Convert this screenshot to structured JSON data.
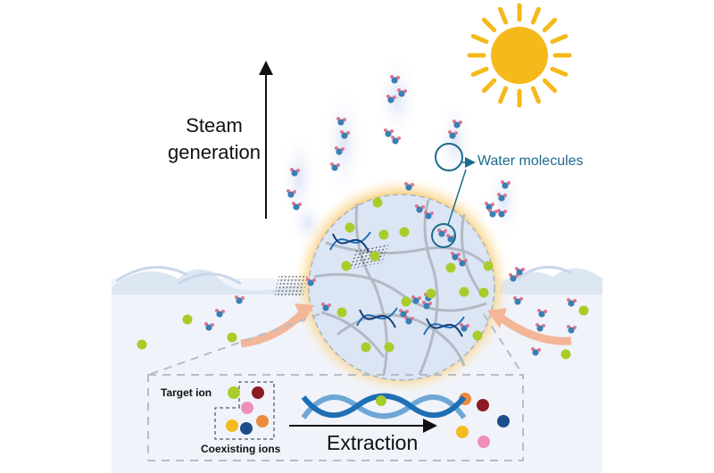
{
  "labels": {
    "steam_line1": "Steam",
    "steam_line2": "generation",
    "water_molecules": "Water molecules",
    "target_ion": "Target ion",
    "coexisting_ions": "Coexisting ions",
    "extraction": "Extraction"
  },
  "colors": {
    "target_ion": "#a8cc2a",
    "coexisting_ions": [
      "#8b1c22",
      "#ef8fb8",
      "#f4bb1e",
      "#1c4f8a",
      "#ec8a3f"
    ],
    "sun": "#f5b91c",
    "dna": "#1f6fb5",
    "water_molecule_o": "#3b7fb3",
    "water_molecule_h": "#e2738f",
    "label_accent": "#1d6b8c"
  }
}
